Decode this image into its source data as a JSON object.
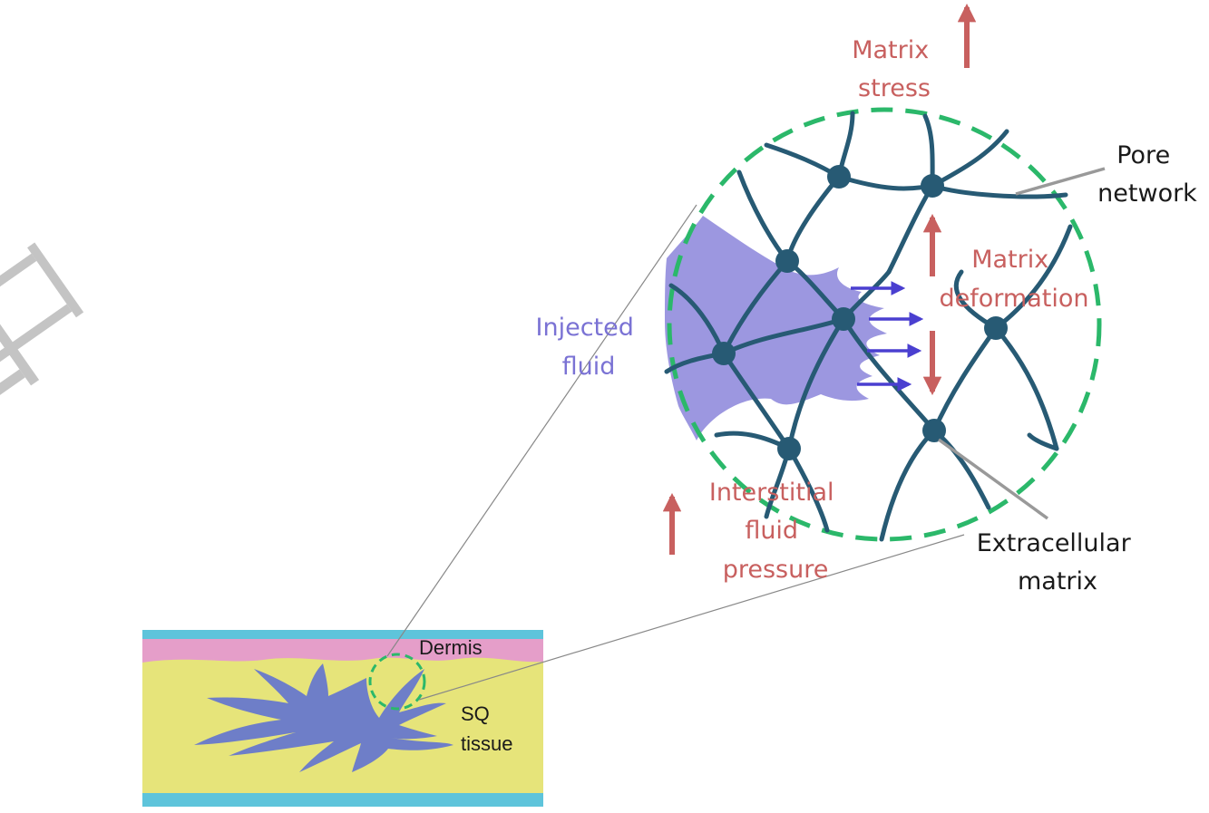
{
  "labels": {
    "matrix_stress": [
      "Matrix",
      "stress"
    ],
    "pore_network": [
      "Pore",
      "network"
    ],
    "matrix_deformation": [
      "Matrix",
      "deformation"
    ],
    "injected_fluid": [
      "Injected",
      "fluid"
    ],
    "interstitial_fluid_pressure": [
      "Interstitial",
      "fluid",
      "pressure"
    ],
    "extracellular_matrix": [
      "Extracellular",
      "matrix"
    ],
    "dermis": "Dermis",
    "sq_tissue": [
      "SQ",
      "tissue"
    ]
  },
  "colors": {
    "force_arrow": "#c8605f",
    "flow_arrow": "#4a3fd0",
    "matrix_fiber": "#275a74",
    "injected_fluid": "#9c97e0",
    "sq_fluid": "#6e7ec8",
    "dashed_circle": "#2bb86a",
    "dermis": "#e59ec9",
    "sq_tissue": "#e6e47a",
    "skin_border": "#5ec4db",
    "syringe": "#c4c4c4",
    "plunger_tip": "#3a4eaa",
    "needle_hub": "#555555"
  }
}
